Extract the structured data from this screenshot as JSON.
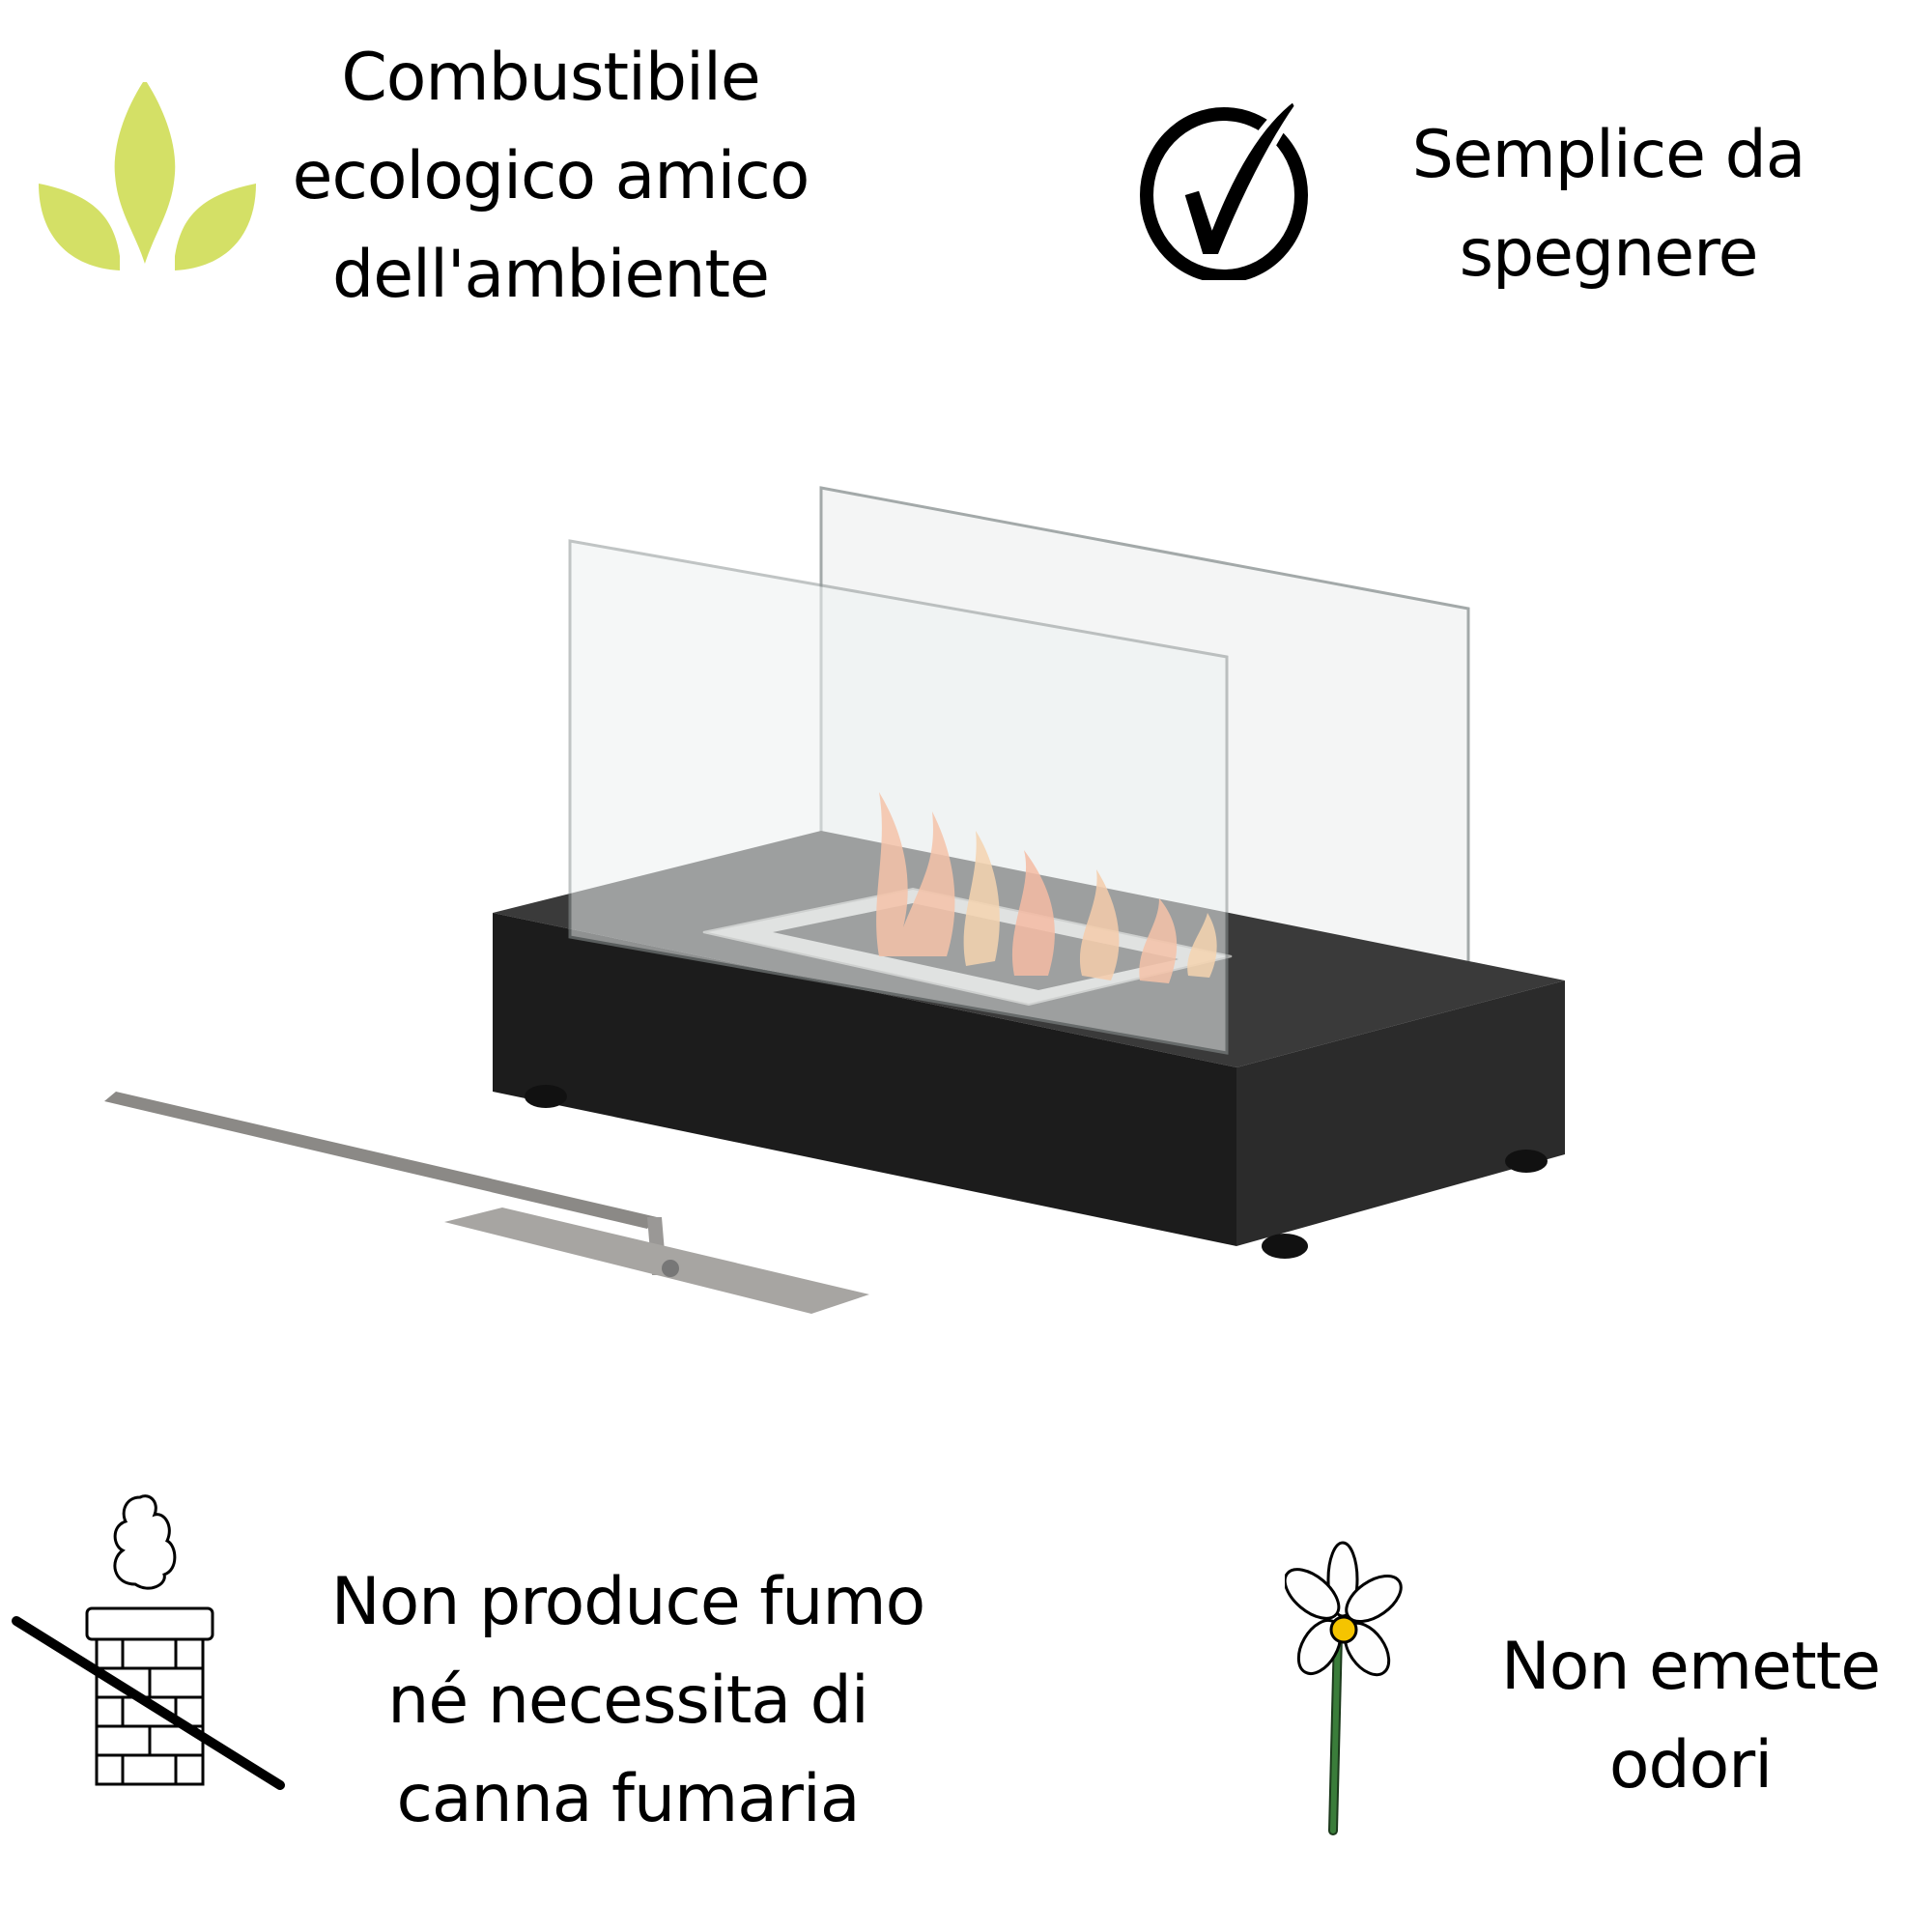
{
  "features": [
    {
      "id": "eco-fuel",
      "icon": "leaves-icon",
      "icon_color": "#d4e066",
      "lines": [
        "Combustibile",
        "ecologico amico",
        "dell'ambiente"
      ]
    },
    {
      "id": "easy-off",
      "icon": "checkmark-circle-icon",
      "icon_color": "#000000",
      "lines": [
        "Semplice da",
        "spegnere"
      ]
    },
    {
      "id": "no-smoke",
      "icon": "no-chimney-icon",
      "icon_color": "#000000",
      "lines": [
        "Non produce fumo",
        "né necessita di",
        "canna fumaria"
      ]
    },
    {
      "id": "no-odor",
      "icon": "flower-icon",
      "icon_color": "#3a7d3a",
      "lines": [
        "Non emette",
        "odori"
      ]
    }
  ],
  "product": {
    "name": "tabletop bioethanol fireplace",
    "base_color": "#1e1e1e",
    "burner_color": "#c9c9c7",
    "flame_color": "#ff7a45",
    "accessory": "extinguisher-tool"
  }
}
